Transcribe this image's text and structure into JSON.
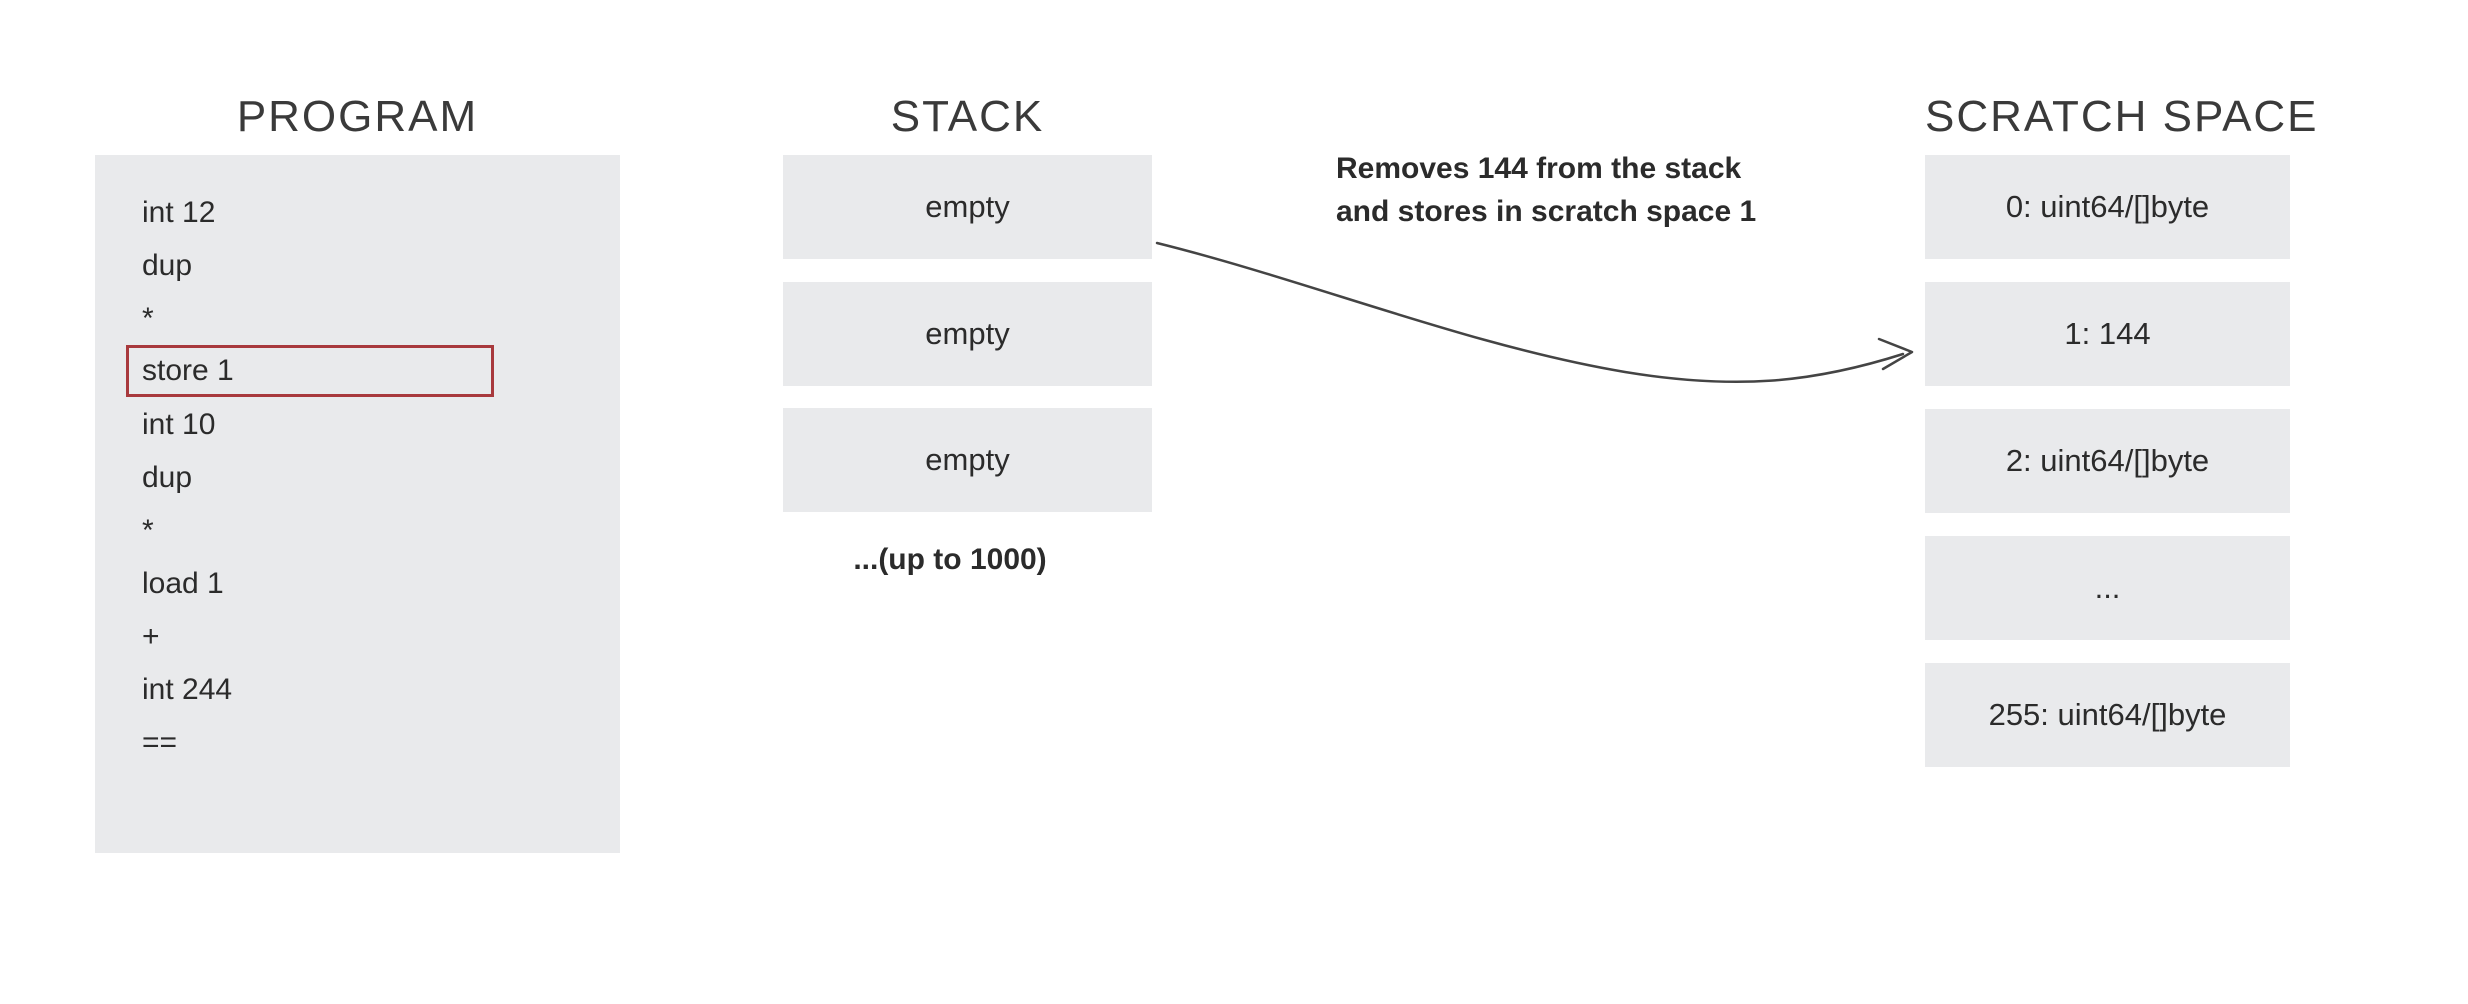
{
  "colors": {
    "background": "#ffffff",
    "box_gray": "#e9eaec",
    "highlight_red": "#a8393d",
    "text_dark": "#2b2b2b",
    "arrow_stroke": "#444444"
  },
  "program": {
    "title": "PROGRAM",
    "instructions": [
      {
        "text": "int 12",
        "highlighted": false
      },
      {
        "text": "dup",
        "highlighted": false
      },
      {
        "text": "*",
        "highlighted": false
      },
      {
        "text": "store 1",
        "highlighted": true
      },
      {
        "text": "int 10",
        "highlighted": false
      },
      {
        "text": "dup",
        "highlighted": false
      },
      {
        "text": "*",
        "highlighted": false
      },
      {
        "text": "load 1",
        "highlighted": false
      },
      {
        "text": "+",
        "highlighted": false
      },
      {
        "text": "int 244",
        "highlighted": false
      },
      {
        "text": "==",
        "highlighted": false
      }
    ]
  },
  "stack": {
    "title": "STACK",
    "slots": [
      "empty",
      "empty",
      "empty"
    ],
    "caption": "...(up to 1000)"
  },
  "annotation": {
    "line1": "Removes 144 from the stack",
    "line2": "and stores in scratch space 1"
  },
  "scratch": {
    "title": "SCRATCH SPACE",
    "slots": [
      "0: uint64/[]byte",
      "1: 144",
      "2: uint64/[]byte",
      "...",
      "255: uint64/[]byte"
    ]
  }
}
